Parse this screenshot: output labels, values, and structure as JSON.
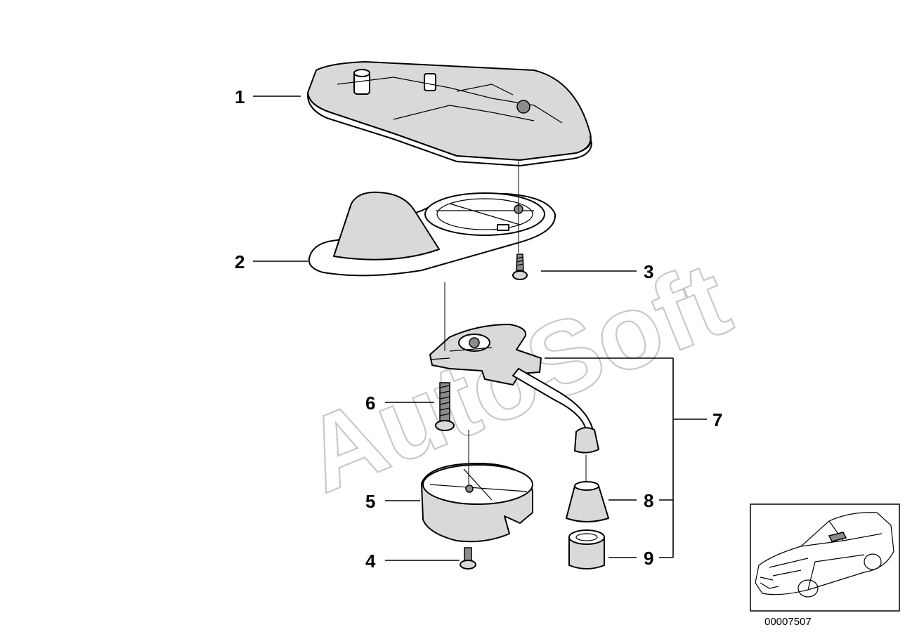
{
  "watermark": {
    "text": "AutoSoft"
  },
  "callouts": [
    {
      "label": "1"
    },
    {
      "label": "2"
    },
    {
      "label": "3"
    },
    {
      "label": "4"
    },
    {
      "label": "5"
    },
    {
      "label": "6"
    },
    {
      "label": "7"
    },
    {
      "label": "8"
    },
    {
      "label": "9"
    }
  ],
  "thumbnail": {
    "ref_code": "00007507"
  }
}
